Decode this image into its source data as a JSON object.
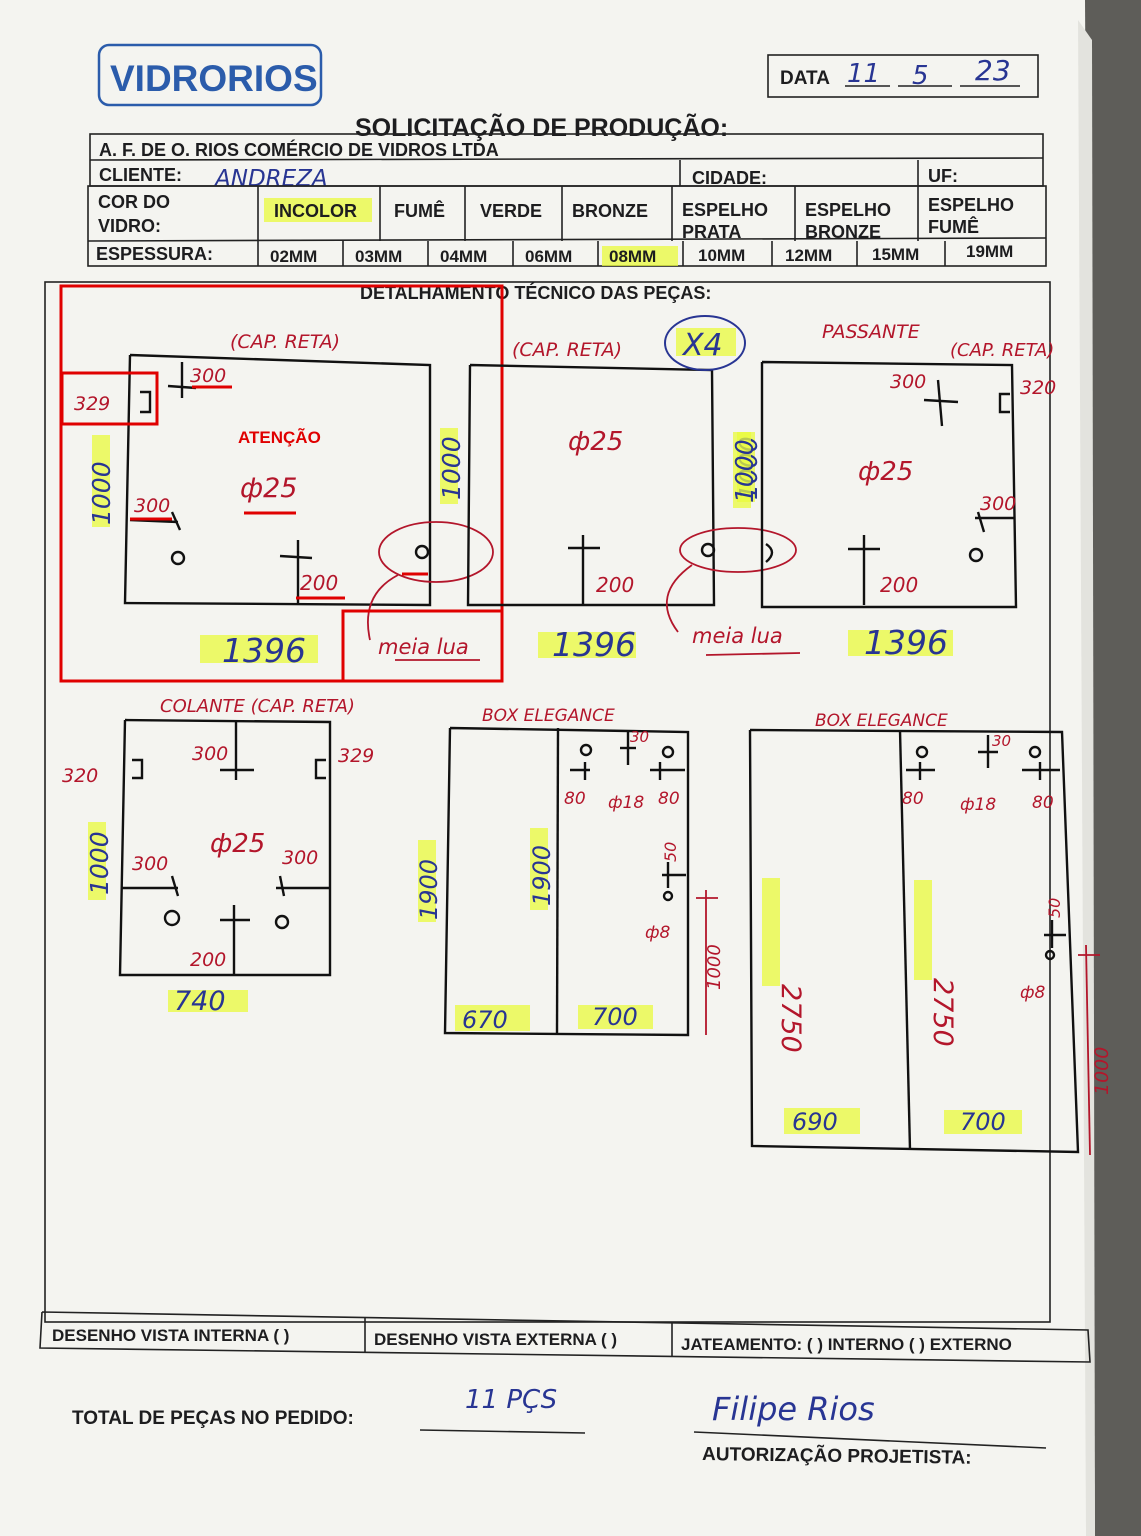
{
  "brand": {
    "logo_text": "VIDRORIOS"
  },
  "header": {
    "date_label": "DATA",
    "date_day": "11",
    "date_month": "5",
    "date_year": "23",
    "title": "SOLICITAÇÃO DE PRODUÇÃO:",
    "company": "A. F. DE O. RIOS COMÉRCIO DE VIDROS LTDA",
    "client_label": "CLIENTE:",
    "client_value": "ANDREZA",
    "city_label": "CIDADE:",
    "uf_label": "UF:"
  },
  "glass": {
    "color_label_1": "COR DO",
    "color_label_2": "VIDRO:",
    "colors": [
      {
        "l1": "INCOLOR",
        "l2": "",
        "selected": true
      },
      {
        "l1": "FUMÊ",
        "l2": "",
        "selected": false
      },
      {
        "l1": "VERDE",
        "l2": "",
        "selected": false
      },
      {
        "l1": "BRONZE",
        "l2": "",
        "selected": false
      },
      {
        "l1": "ESPELHO",
        "l2": "PRATA",
        "selected": false
      },
      {
        "l1": "ESPELHO",
        "l2": "BRONZE",
        "selected": false
      },
      {
        "l1": "ESPELHO",
        "l2": "FUMÊ",
        "selected": false
      }
    ],
    "thickness_label": "ESPESSURA:",
    "thicknesses": [
      {
        "v": "02MM",
        "selected": false
      },
      {
        "v": "03MM",
        "selected": false
      },
      {
        "v": "04MM",
        "selected": false
      },
      {
        "v": "06MM",
        "selected": false
      },
      {
        "v": "08MM",
        "selected": true
      },
      {
        "v": "10MM",
        "selected": false
      },
      {
        "v": "12MM",
        "selected": false
      },
      {
        "v": "15MM",
        "selected": false
      },
      {
        "v": "19MM",
        "selected": false
      }
    ]
  },
  "detail": {
    "section_title": "DETALHAMENTO TÉCNICO DAS PEÇAS:",
    "attention": "ATENÇÃO",
    "quantity_note": "X4",
    "piece1": {
      "label": "(CAP. RETA)",
      "height": "1000",
      "width": "1396",
      "dim_329": "329",
      "dim_300_top": "300",
      "dim_300_left": "300",
      "hole": "ф25",
      "dim_200": "200",
      "note": "meia lua"
    },
    "piece2": {
      "label": "(CAP. RETA)",
      "height": "1000",
      "width": "1396",
      "hole": "ф25",
      "dim_200": "200",
      "note": "meia lua"
    },
    "piece3": {
      "label1": "PASSANTE",
      "label2": "(CAP. RETA)",
      "height": "1000",
      "width": "1396",
      "dim_300_top": "300",
      "dim_320": "320",
      "hole": "ф25",
      "dim_300_right": "300",
      "dim_200": "200"
    },
    "piece4": {
      "label": "COLANTE (CAP. RETA)",
      "dim_320": "320",
      "dim_329": "329",
      "dim_300_top": "300",
      "height": "1000",
      "hole": "ф25",
      "dim_300_l": "300",
      "dim_300_r": "300",
      "dim_200": "200",
      "width": "740"
    },
    "piece5": {
      "label": "BOX ELEGANCE",
      "height_l": "1900",
      "height_r": "1900",
      "w_l": "670",
      "w_r": "700",
      "d30": "30",
      "d80a": "80",
      "d18": "ф18",
      "d80b": "80",
      "d50": "50",
      "d8": "ф8",
      "d1000": "1000"
    },
    "piece6": {
      "label": "BOX ELEGANCE",
      "height_l": "2750",
      "height_r": "2750",
      "w_l": "690",
      "w_r": "700",
      "d30": "30",
      "d80a": "80",
      "d18": "ф18",
      "d80b": "80",
      "d50": "50",
      "d8": "ф8",
      "d1000": "1000"
    }
  },
  "footer": {
    "view_internal": "DESENHO VISTA INTERNA ( )",
    "view_external": "DESENHO VISTA EXTERNA ( )",
    "sandblast": "JATEAMENTO: ( ) INTERNO ( ) EXTERNO",
    "total_label": "TOTAL DE PEÇAS NO PEDIDO:",
    "total_value": "11 PÇS",
    "signature": "Filipe Rios",
    "authorization": "AUTORIZAÇÃO PROJETISTA:"
  },
  "colors": {
    "annotation": "#e00000",
    "handwriting_red": "#b3162b",
    "handwriting_blue": "#283593",
    "highlight": "#e9fb3c",
    "logo_blue": "#2b5cab"
  }
}
